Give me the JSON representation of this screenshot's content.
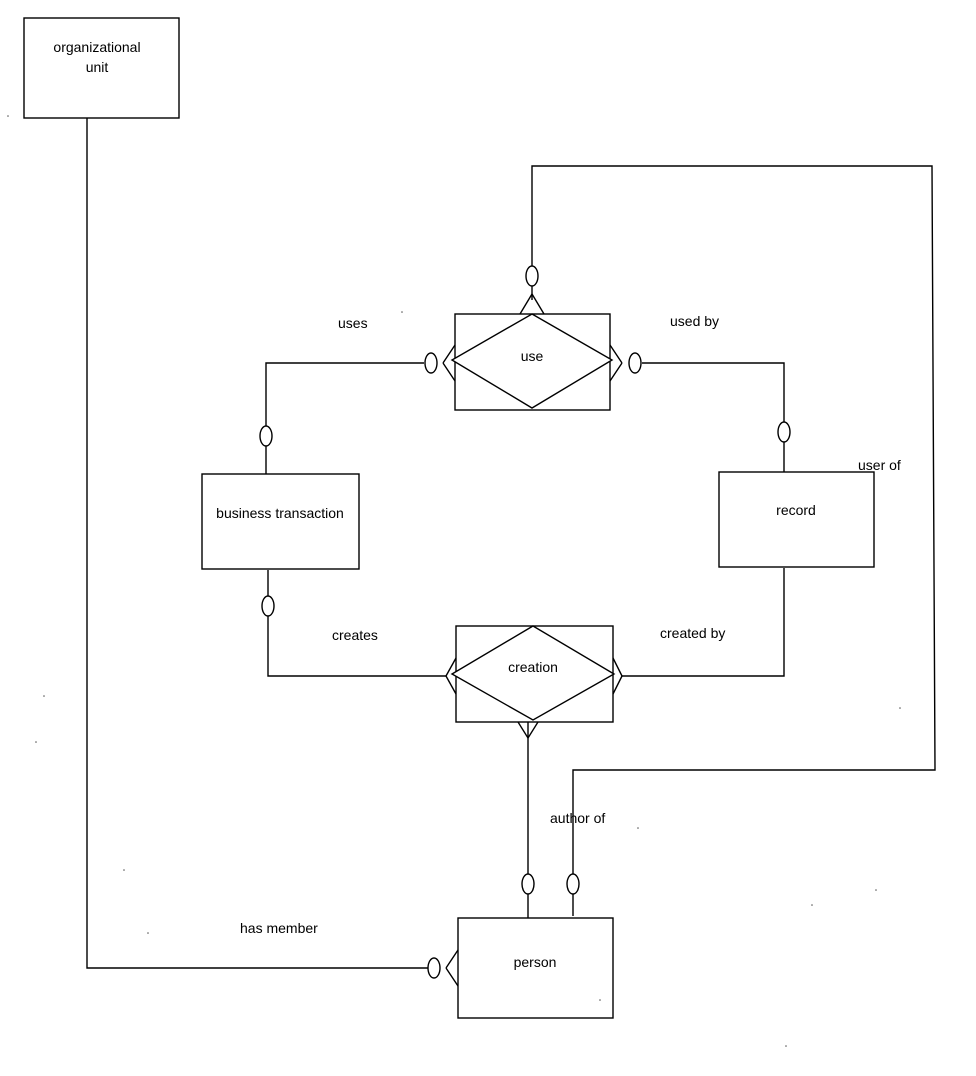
{
  "entities": {
    "organizational_unit": {
      "line1": "organizational",
      "line2": "unit"
    },
    "business_transaction": "business transaction",
    "record": "record",
    "person": "person"
  },
  "relationships": {
    "use": "use",
    "creation": "creation"
  },
  "roles": {
    "uses": "uses",
    "used_by": "used by",
    "user_of": "user of",
    "creates": "creates",
    "created_by": "created by",
    "author_of": "author of",
    "has_member": "has member"
  }
}
